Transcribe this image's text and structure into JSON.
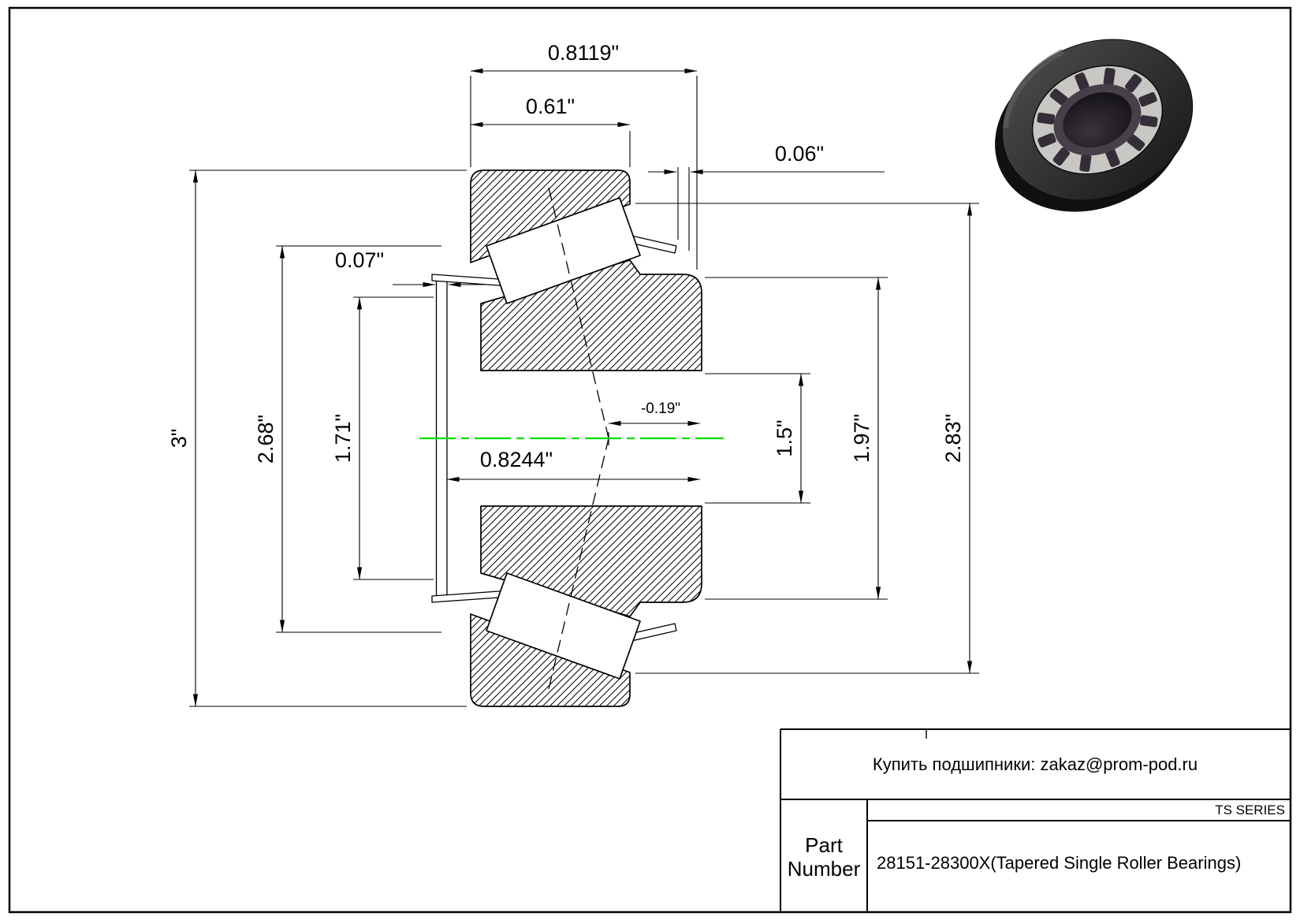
{
  "drawing": {
    "dimensions": {
      "w_outer": "0.8119\"",
      "w_cup": "0.61\"",
      "lip_right": "0.06\"",
      "lip_left": "0.07\"",
      "od": "3\"",
      "cup_inner": "2.68\"",
      "cone_front": "1.71\"",
      "cone_width": "0.8244\"",
      "apex_offset": "-0.19\"",
      "bore": "1.5\"",
      "cone_od": "1.97\"",
      "cup_od": "2.83\""
    }
  },
  "title_block": {
    "contact": "Купить подшипники: zakaz@prom-pod.ru",
    "series": "TS SERIES",
    "part_label_line1": "Part",
    "part_label_line2": "Number",
    "part_value": "28151-28300X(Tapered Single Roller Bearings)"
  },
  "colors": {
    "centerline_green": "#00dd00",
    "line_black": "#000000",
    "bg": "#ffffff"
  }
}
